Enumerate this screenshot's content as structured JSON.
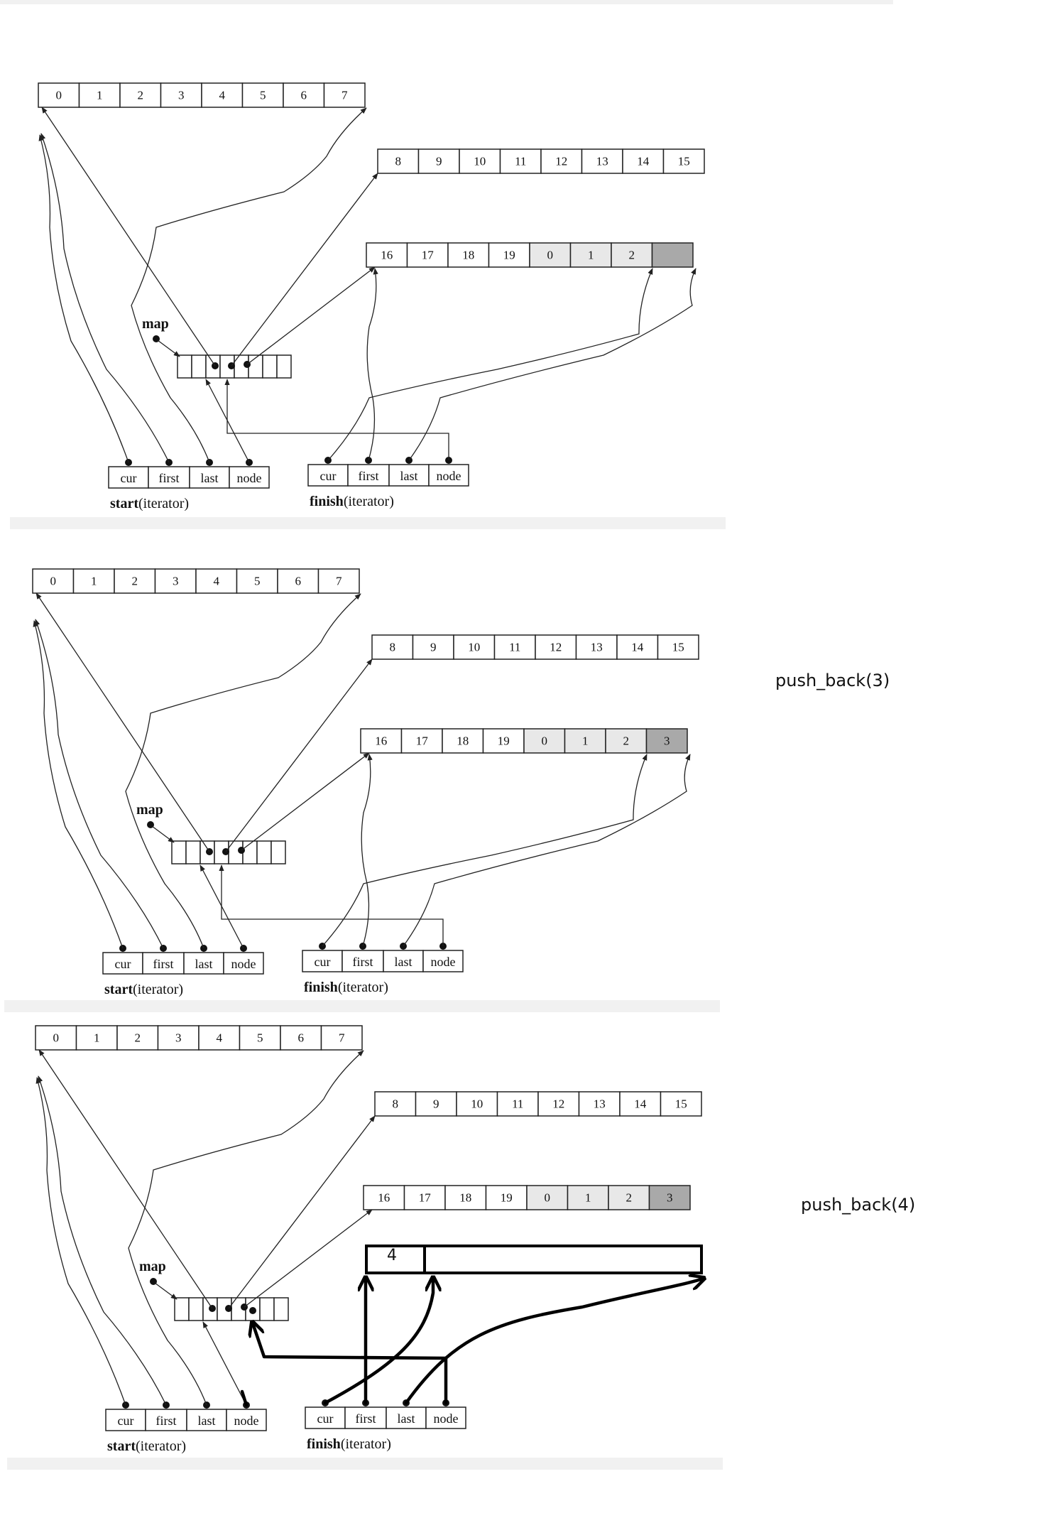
{
  "buffers": {
    "first": [
      "0",
      "1",
      "2",
      "3",
      "4",
      "5",
      "6",
      "7"
    ],
    "second": [
      "8",
      "9",
      "10",
      "11",
      "12",
      "13",
      "14",
      "15"
    ],
    "third_state1": [
      "16",
      "17",
      "18",
      "19",
      "0",
      "1",
      "2",
      ""
    ],
    "third_state2": [
      "16",
      "17",
      "18",
      "19",
      "0",
      "1",
      "2",
      "3"
    ],
    "third_state3": [
      "16",
      "17",
      "18",
      "19",
      "0",
      "1",
      "2",
      "3"
    ],
    "new_buffer_first": "4"
  },
  "labels": {
    "map": "map",
    "iterator_fields": [
      "cur",
      "first",
      "last",
      "node"
    ],
    "start_bold": "start",
    "finish_bold": "finish",
    "iterator_suffix": "(iterator)"
  },
  "notes": {
    "state2": "push_back(3)",
    "state3": "push_back(4)"
  },
  "colors": {
    "shaded_cell": "#a9a9a9",
    "light_shaded_cell": "#e8e8e8",
    "ink": "#222222"
  }
}
